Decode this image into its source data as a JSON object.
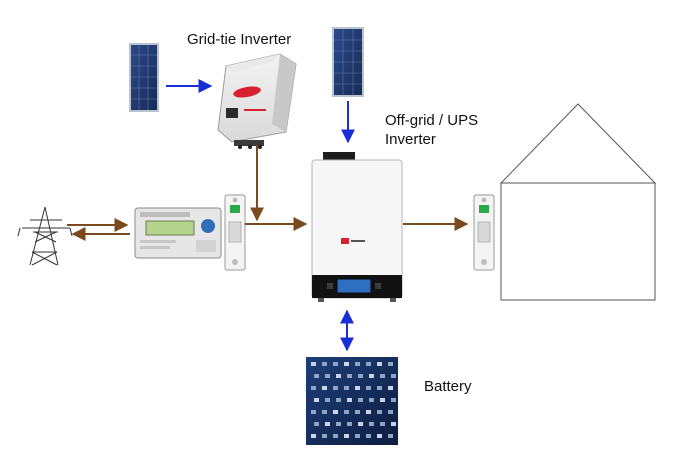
{
  "labels": {
    "grid_tie_inverter": "Grid-tie Inverter",
    "offgrid_line1": "Off-grid / UPS",
    "offgrid_line2": "Inverter",
    "battery": "Battery"
  },
  "icons": {
    "solar_panel": "solar-panel-icon",
    "grid_tower": "power-pylon-icon",
    "meter": "electricity-meter-icon",
    "breaker": "circuit-breaker-icon",
    "grid_tie_inverter": "grid-tie-inverter-icon",
    "offgrid_inverter": "offgrid-inverter-icon",
    "battery_bank": "battery-bank-icon",
    "house": "house-icon"
  },
  "colors": {
    "ac_flow": "#7a4a1c",
    "dc_flow": "#1a2ed6",
    "breaker_accent": "#2aa84a",
    "inverter_brand": "#d8212f",
    "battery_blue": "#1d4f9a"
  }
}
